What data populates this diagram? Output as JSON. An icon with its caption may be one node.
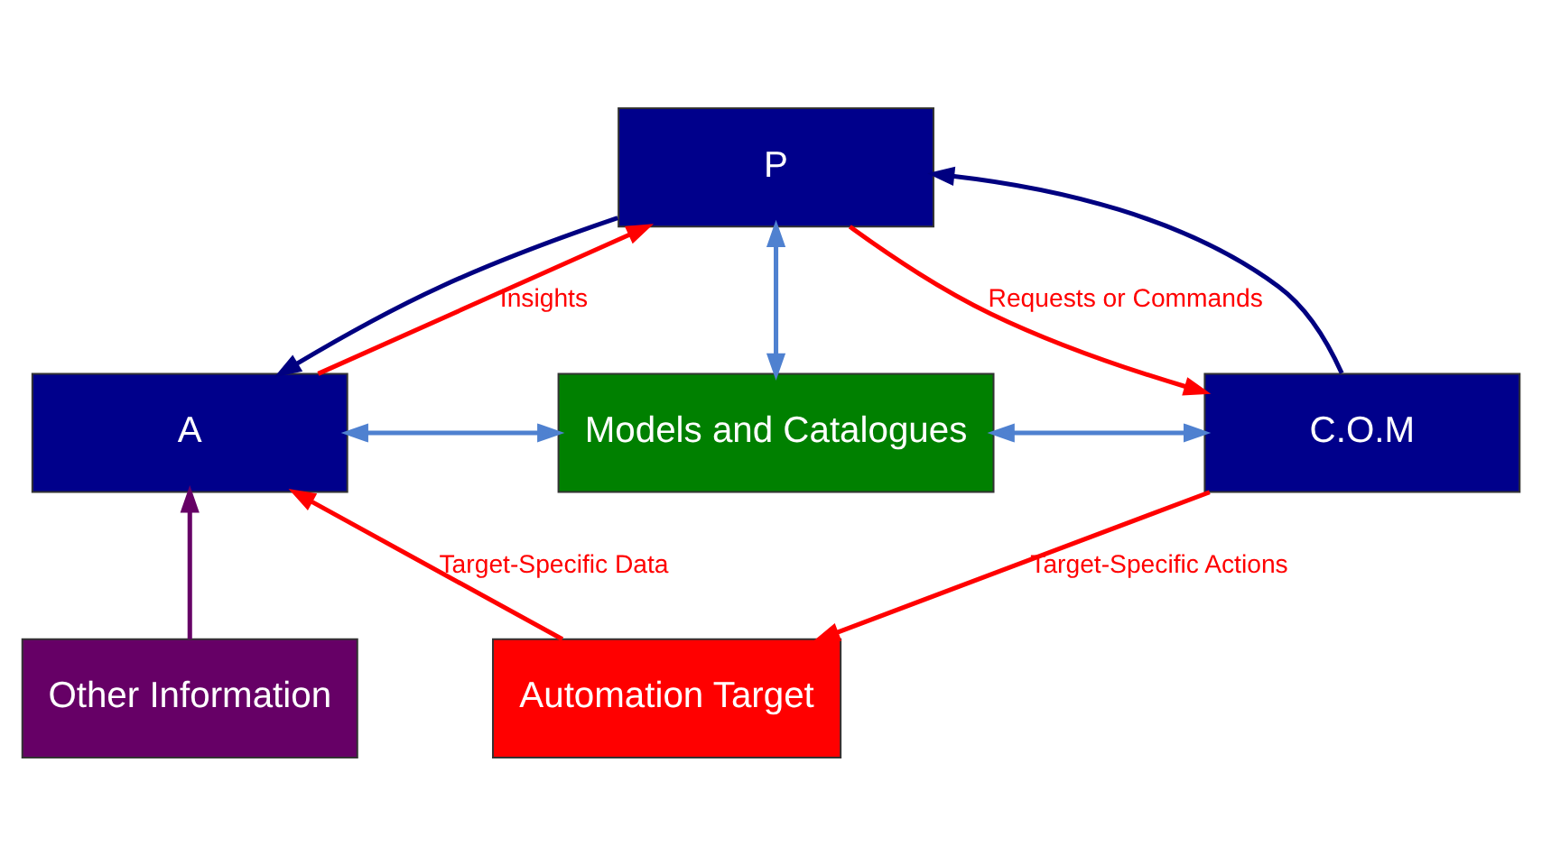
{
  "diagram": {
    "nodes": [
      {
        "text": [
          "P"
        ]
      },
      {
        "text": [
          "A"
        ]
      },
      {
        "text": [
          "Models and Catalogues"
        ]
      },
      {
        "text": [
          "C.O.M"
        ]
      },
      {
        "text": [
          "Automation Target"
        ]
      },
      {
        "text": [
          "Other Information"
        ]
      }
    ],
    "edges": [
      {
        "from": 1,
        "to": 0,
        "arrow": "to",
        "label": "Insights"
      },
      {
        "from": 0,
        "to": 3,
        "arrow": "to",
        "label": "Requests or Commands"
      },
      {
        "from": 3,
        "to": 4,
        "arrow": "to",
        "label": "Target-Specific Actions"
      },
      {
        "from": 4,
        "to": 1,
        "arrow": "to",
        "label": "Target-Specific Data"
      },
      {
        "from": 0,
        "to": 1,
        "arrow": "to",
        "color": "#000080"
      },
      {
        "from": 3,
        "to": 0,
        "arrow": "to",
        "color": "#000080"
      },
      {
        "from": 0,
        "to": 2,
        "arrow": "both",
        "color": "#4f81d0"
      },
      {
        "from": 1,
        "to": 2,
        "arrow": "both",
        "color": "#4f81d0"
      },
      {
        "from": 2,
        "to": 3,
        "arrow": "both",
        "color": "#4f81d0"
      },
      {
        "from": 5,
        "to": 1,
        "arrow": "to",
        "color": "#660066"
      }
    ]
  }
}
